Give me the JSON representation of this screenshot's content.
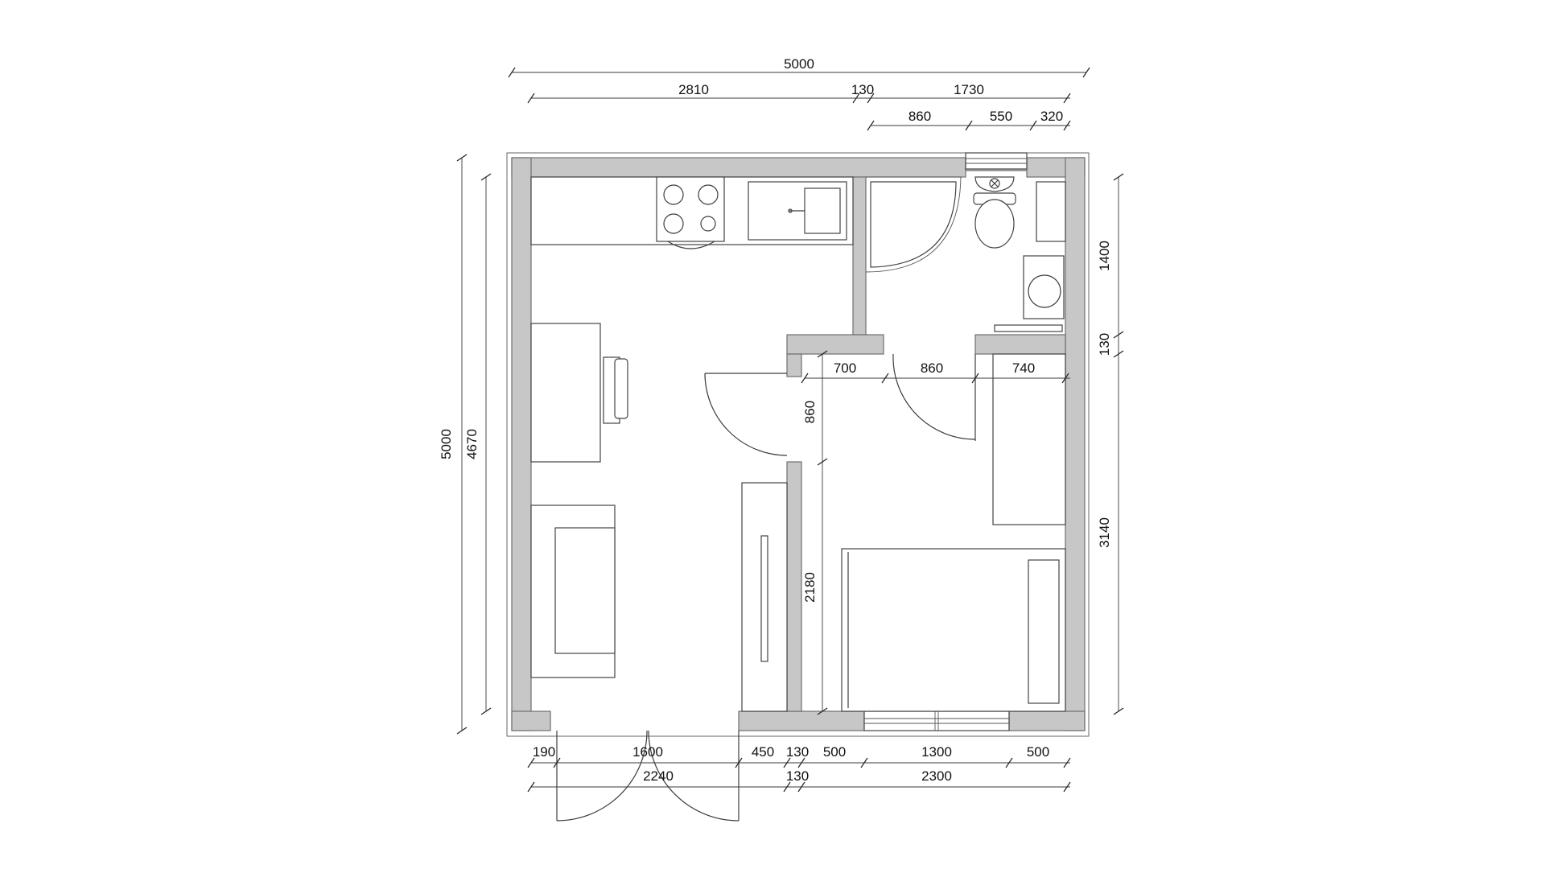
{
  "colors": {
    "wall": "#c7c7c7",
    "line": "#3d3d3d",
    "background": "#ffffff"
  },
  "dimensions": {
    "top_total": "5000",
    "top_row2": [
      "2810",
      "130",
      "1730"
    ],
    "top_row3": [
      "860",
      "550",
      "320"
    ],
    "left_total": "5000",
    "left_inner": "4670",
    "right": [
      "1400",
      "130",
      "3140"
    ],
    "internal": [
      "700",
      "860",
      "740",
      "860",
      "2180"
    ],
    "bottom_row1": [
      "190",
      "1600",
      "450",
      "130",
      "500",
      "1300",
      "500"
    ],
    "bottom_row2": [
      "2240",
      "130",
      "2300"
    ]
  },
  "icons": [
    "stove-icon",
    "sink-icon",
    "shower-tray-icon",
    "toilet-icon",
    "washing-machine-icon",
    "bed-icon",
    "sofa-icon",
    "desk-icon",
    "chair-icon",
    "wardrobe-icon",
    "window-icon",
    "door-icon"
  ]
}
